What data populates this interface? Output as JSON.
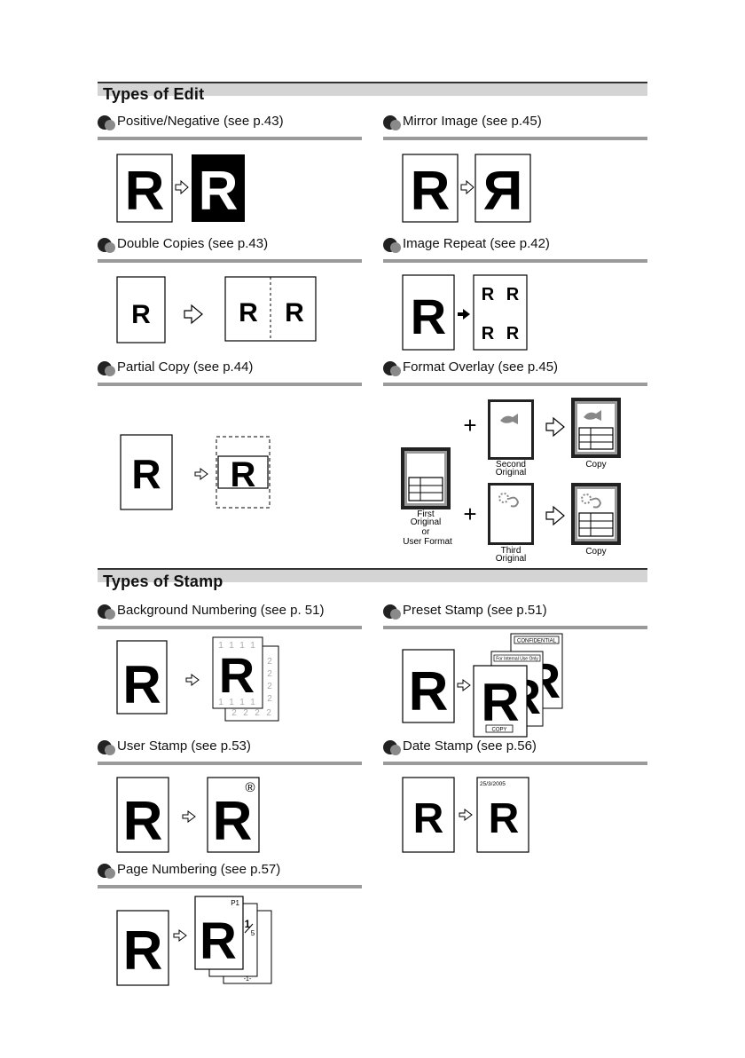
{
  "sections": {
    "edit": {
      "title": "Types of Edit"
    },
    "stamp": {
      "title": "Types of Stamp"
    }
  },
  "items": {
    "positive_negative": "Positive/Negative (see p.43)",
    "mirror_image": "Mirror Image (see p.45)",
    "double_copies": "Double Copies (see p.43)",
    "image_repeat": "Image Repeat (see p.42)",
    "partial_copy": "Partial Copy (see p.44)",
    "format_overlay": "Format Overlay (see p.45)",
    "background_numbering": "Background Numbering (see p. 51)",
    "preset_stamp": "Preset Stamp (see p.51)",
    "user_stamp": "User Stamp (see p.53)",
    "date_stamp": "Date Stamp (see p.56)",
    "page_numbering": "Page Numbering (see p.57)"
  },
  "figure_text": {
    "letter": "R",
    "mirror_letter": "Я",
    "overlay": {
      "second_original_1": "Second",
      "second_original_2": "Original",
      "copy_top": "Copy",
      "first_original_1": "First",
      "first_original_2": "Original",
      "or": "or",
      "user_format": "User Format",
      "third_original_1": "Third",
      "third_original_2": "Original",
      "copy_bottom": "Copy"
    },
    "bg_number_1": "1",
    "bg_number_2": "2",
    "preset": {
      "confidential": "CONFIDENTIAL",
      "internal": "For Internal Use Only",
      "copy": "COPY"
    },
    "user_stamp_mark": "®",
    "date_value": "25/3/2005",
    "page_numbering": {
      "p1": "P1",
      "fraction_num": "1",
      "fraction_den": "5",
      "dash_page": "-1-"
    }
  }
}
